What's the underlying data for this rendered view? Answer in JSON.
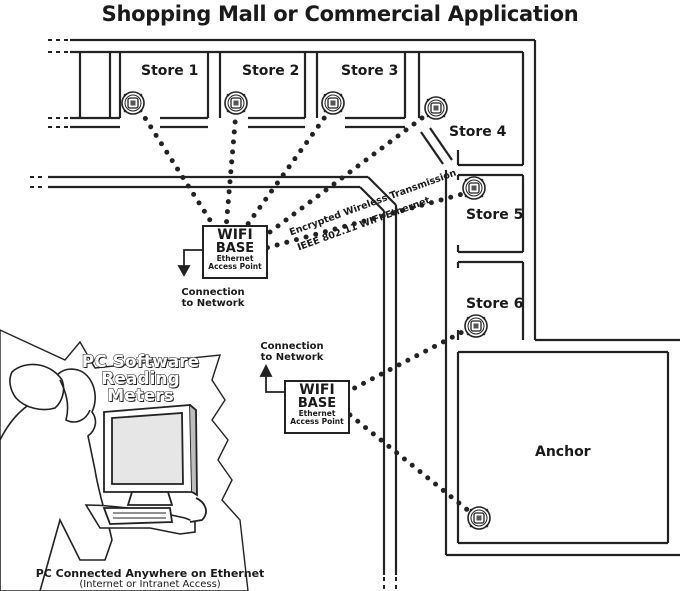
{
  "title": "Shopping Mall or Commercial Application",
  "stores": {
    "store1": "Store 1",
    "store2": "Store 2",
    "store3": "Store 3",
    "store4": "Store 4",
    "store5": "Store 5",
    "store6": "Store 6",
    "anchor": "Anchor"
  },
  "base_station": {
    "line1": "WIFI",
    "line2": "BASE",
    "line3": "Ethernet",
    "line4": "Access Point"
  },
  "connection_label": {
    "line1": "Connection",
    "line2": "to Network"
  },
  "transmission": {
    "encrypted": "Encrypted Wireless Transmission",
    "standard": "IEEE 802.11 WIFI Ethernet"
  },
  "pc_software": {
    "line1": "PC Software",
    "line2": "Reading Meters"
  },
  "pc_caption": {
    "main": "PC Connected Anywhere on Ethernet",
    "sub": "(Internet or Intranet Access)"
  },
  "icons": {
    "meter": "wireless-meter-icon",
    "arrow": "arrow-icon",
    "computer": "computer-monitor-icon",
    "person": "person-operator-icon"
  },
  "colors": {
    "line": "#222222",
    "background": "#ffffff"
  }
}
